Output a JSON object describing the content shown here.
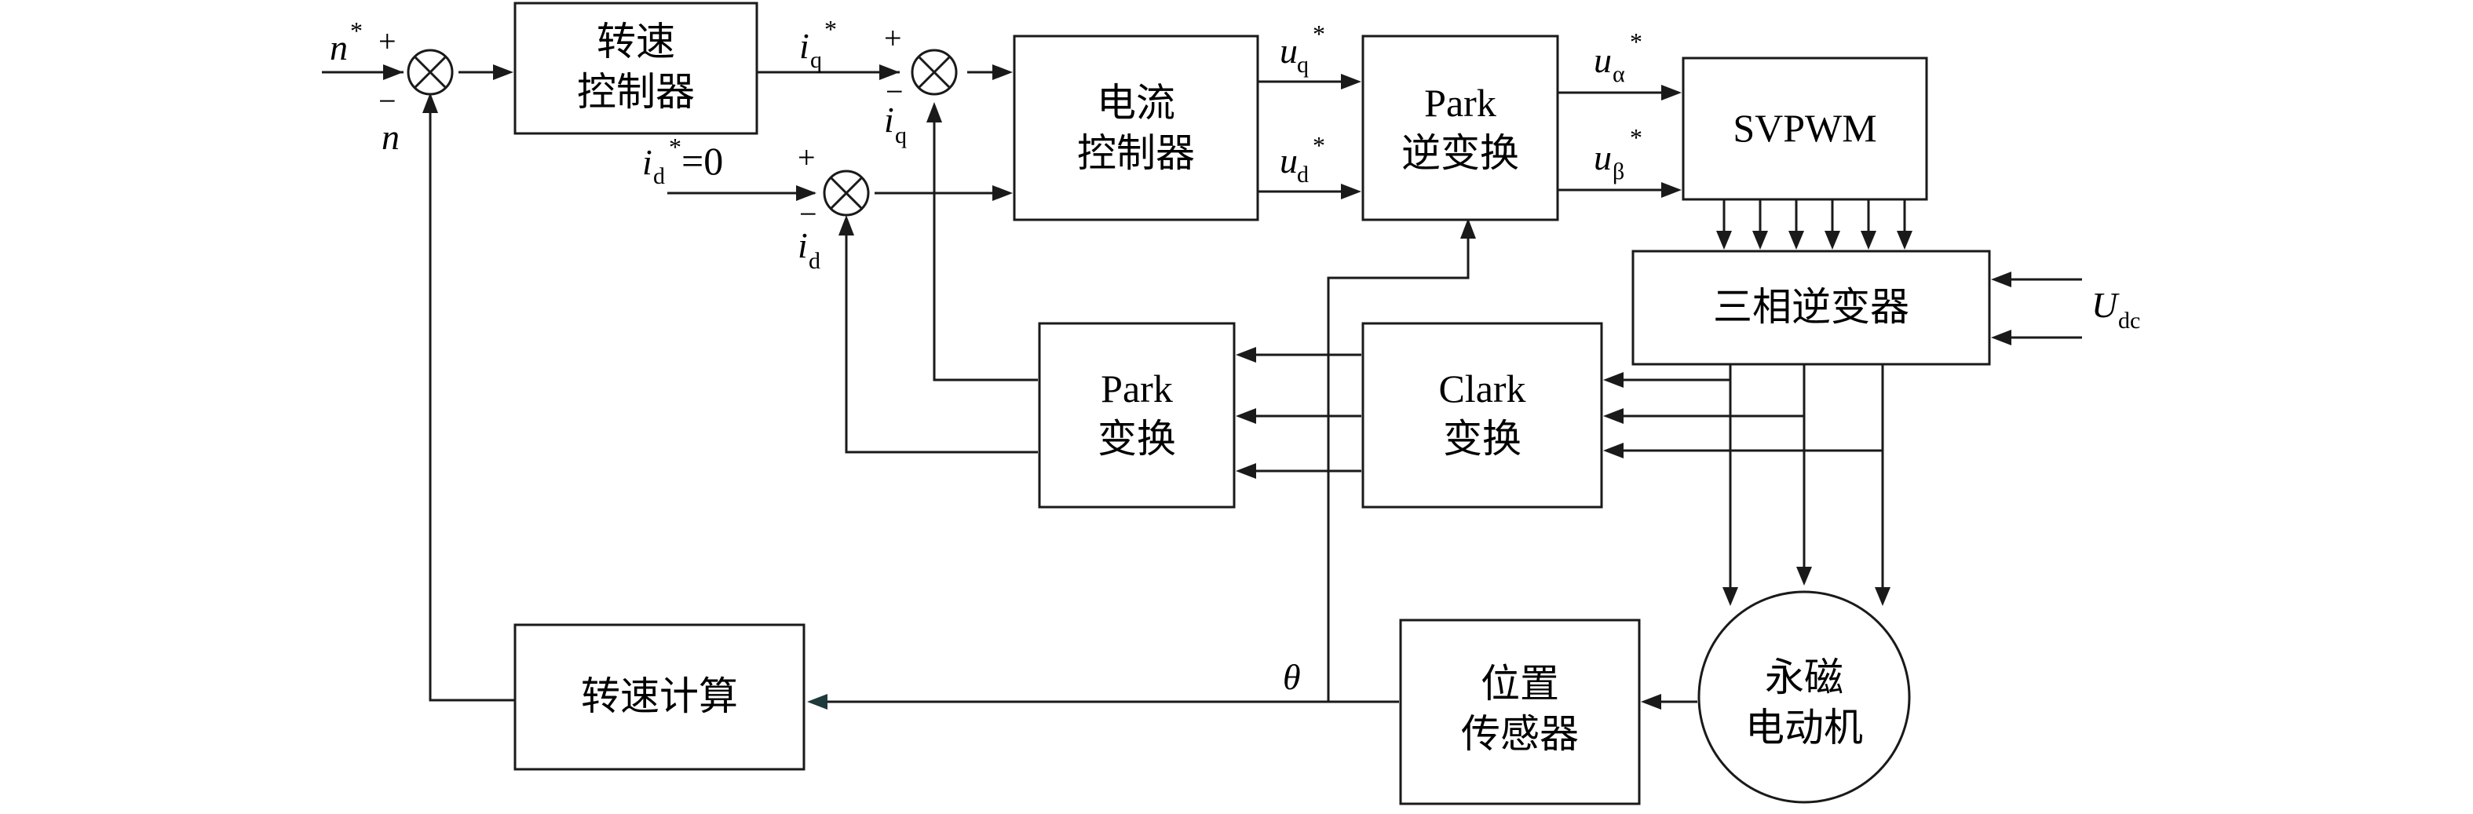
{
  "blocks": {
    "speed_controller": [
      "转速",
      "控制器"
    ],
    "current_controller": [
      "电流",
      "控制器"
    ],
    "inverse_park": [
      "Park",
      "逆变换"
    ],
    "svpwm": "SVPWM",
    "inverter": "三相逆变器",
    "park": [
      "Park",
      "变换"
    ],
    "clark": [
      "Clark",
      "变换"
    ],
    "speed_calc": "转速计算",
    "position_sensor": [
      "位置",
      "传感器"
    ],
    "motor": [
      "永磁",
      "电动机"
    ]
  },
  "signals": {
    "n_ref": {
      "var": "n",
      "sup": "*"
    },
    "n_fb": {
      "var": "n"
    },
    "iq_ref": {
      "var": "i",
      "sub": "q",
      "sup": "*"
    },
    "iq_fb": {
      "var": "i",
      "sub": "q"
    },
    "id_ref": {
      "var": "i",
      "sub": "d",
      "sup": "*",
      "suffix": "=0"
    },
    "id_fb": {
      "var": "i",
      "sub": "d"
    },
    "uq_ref": {
      "var": "u",
      "sub": "q",
      "sup": "*"
    },
    "ud_ref": {
      "var": "u",
      "sub": "d",
      "sup": "*"
    },
    "ualpha_ref": {
      "var": "u",
      "sub": "α",
      "sup": "*"
    },
    "ubeta_ref": {
      "var": "u",
      "sub": "β",
      "sup": "*"
    },
    "udc": {
      "var": "U",
      "sub": "dc"
    },
    "theta": {
      "var": "θ"
    }
  },
  "signs": {
    "plus": "+",
    "minus": "−"
  }
}
